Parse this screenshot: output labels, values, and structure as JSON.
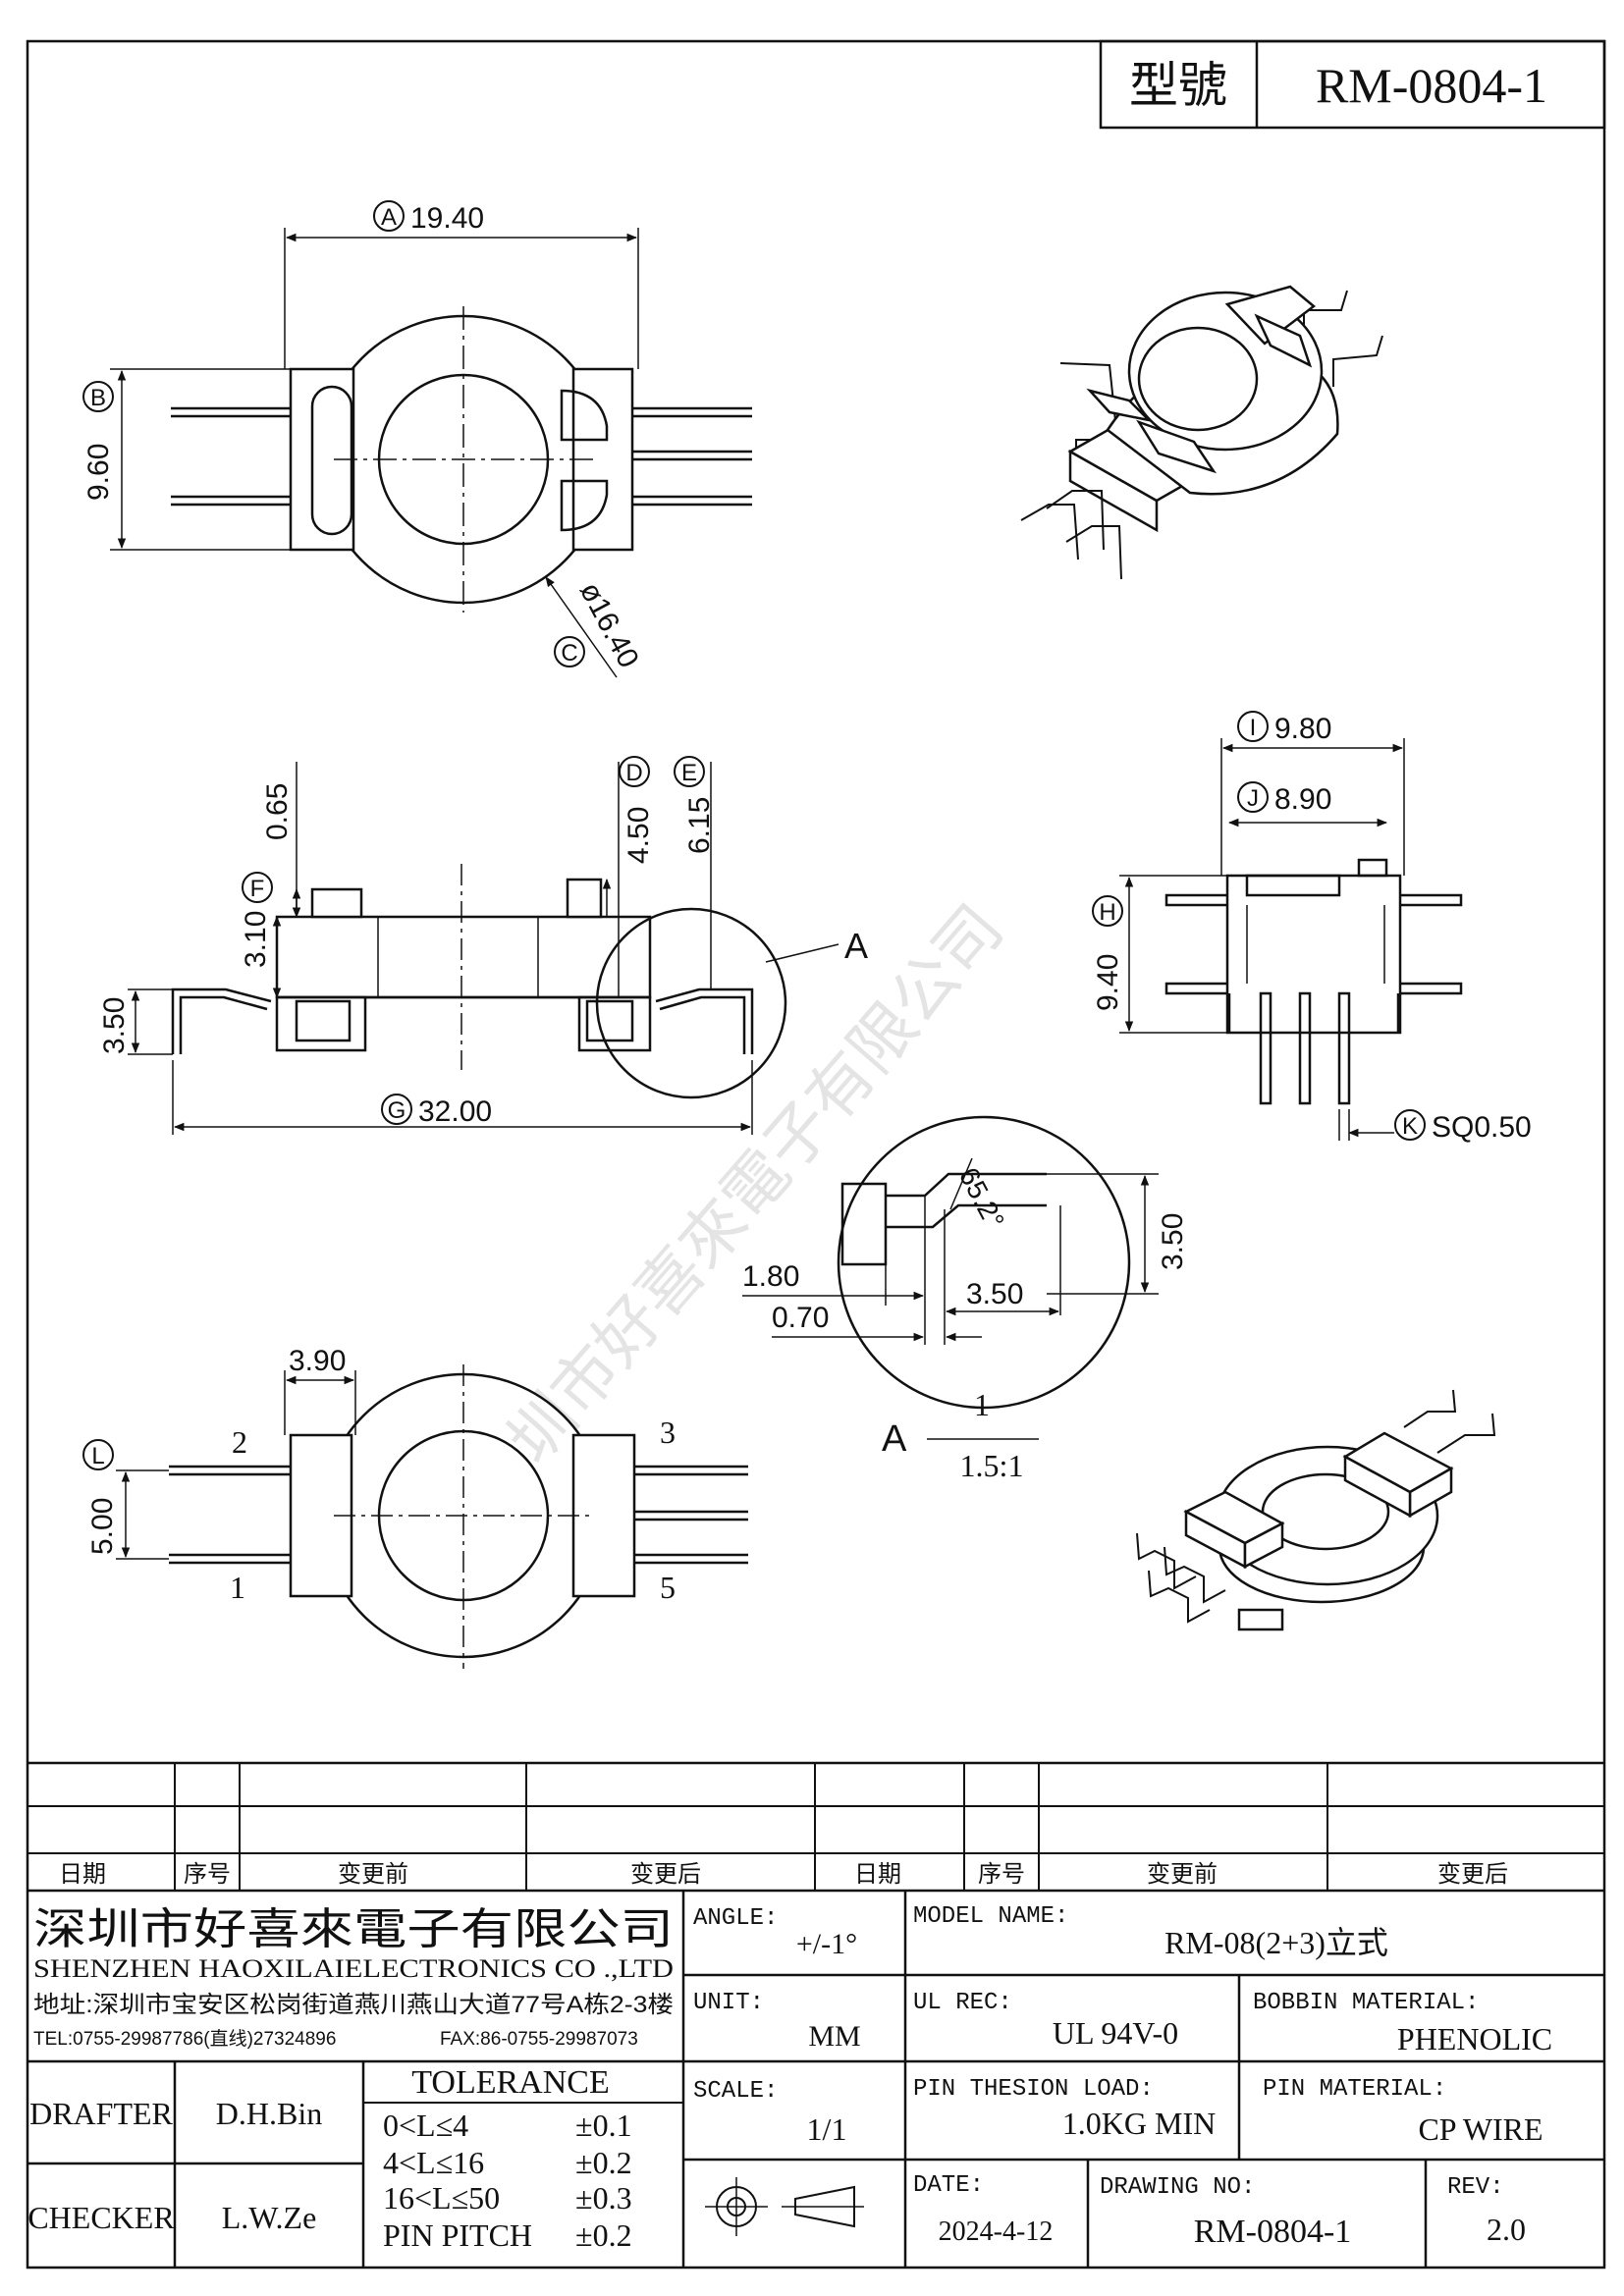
{
  "title_block": {
    "model_label": "型號",
    "model_value": "RM-0804-1"
  },
  "dimensions": {
    "A": "19.40",
    "B": "9.60",
    "C": "ø16.40",
    "D": "4.50",
    "E": "6.15",
    "F": "3.10",
    "G": "32.00",
    "H": "9.40",
    "I": "9.80",
    "J": "8.90",
    "K": "SQ0.50",
    "L": "5.00",
    "top_065": "0.65",
    "left_350": "3.50",
    "pin_390": "3.90",
    "det_180": "1.80",
    "det_070": "0.70",
    "det_350h": "3.50",
    "det_350v": "3.50",
    "det_angle": "65.2°"
  },
  "circle_letters": [
    "A",
    "B",
    "C",
    "D",
    "E",
    "F",
    "G",
    "H",
    "I",
    "J",
    "K",
    "L"
  ],
  "detail": {
    "callout": "A",
    "label": "A",
    "scale_num": "1",
    "scale_den": "1.5:1"
  },
  "pins": {
    "p1": "1",
    "p2": "2",
    "p3": "3",
    "p5": "5"
  },
  "watermark": "深圳市好喜來電子有限公司",
  "revision_table": {
    "headers": [
      "日期",
      "序号",
      "变更前",
      "变更后",
      "日期",
      "序号",
      "变更前",
      "变更后"
    ]
  },
  "company": {
    "name_cn": "深圳市好喜來電子有限公司",
    "name_en": "SHENZHEN HAOXILAIELECTRONICS CO .,LTD",
    "address": "地址:深圳市宝安区松岗街道燕川燕山大道77号A栋2-3楼",
    "tel": "TEL:0755-29987786(直线)27324896",
    "fax": "FAX:86-0755-29987073"
  },
  "fields": {
    "angle_label": "ANGLE:",
    "angle_value": "+/-1°",
    "model_name_label": "MODEL NAME:",
    "model_name_value": "RM-08(2+3)立式",
    "unit_label": "UNIT:",
    "unit_value": "MM",
    "ul_rec_label": "UL REC:",
    "ul_rec_value": "UL 94V-0",
    "bobbin_material_label": "BOBBIN MATERIAL:",
    "bobbin_material_value": "PHENOLIC",
    "scale_label": "SCALE:",
    "scale_value": "1/1",
    "pin_load_label": "PIN THESION LOAD:",
    "pin_load_value": "1.0KG MIN",
    "pin_material_label": "PIN MATERIAL:",
    "pin_material_value": "CP  WIRE",
    "date_label": "DATE:",
    "date_value": "2024-4-12",
    "drawing_no_label": "DRAWING NO:",
    "drawing_no_value": "RM-0804-1",
    "rev_label": "REV:",
    "rev_value": "2.0"
  },
  "staff": {
    "drafter_label": "DRAFTER",
    "drafter_value": "D.H.Bin",
    "checker_label": "CHECKER",
    "checker_value": "L.W.Ze"
  },
  "tolerance": {
    "title": "TOLERANCE",
    "rows": [
      {
        "range": "0<L≤4",
        "value": "±0.1"
      },
      {
        "range": "4<L≤16",
        "value": "±0.2"
      },
      {
        "range": "16<L≤50",
        "value": "±0.3"
      },
      {
        "range": "PIN PITCH",
        "value": "±0.2"
      }
    ]
  }
}
